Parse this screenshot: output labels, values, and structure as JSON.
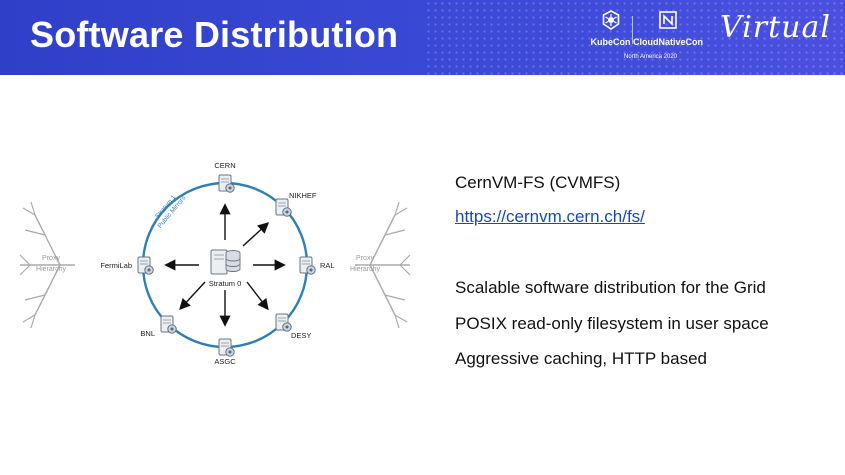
{
  "header": {
    "title": "Software Distribution",
    "logos": {
      "kubecon": "KubeCon",
      "cloudnativecon": "CloudNativeCon",
      "event": "North America 2020",
      "virtual": "Virtual"
    }
  },
  "diagram": {
    "center": "Stratum 0",
    "ring_label": [
      "Stratum 1",
      "Public Mirrors"
    ],
    "sites": [
      "CERN",
      "NIKHEF",
      "RAL",
      "DESY",
      "ASGC",
      "BNL",
      "FermiLab"
    ],
    "proxy_label": [
      "Proxy",
      "Hierarchy"
    ]
  },
  "content": {
    "product": "CernVM-FS (CVMFS)",
    "link": "https://cernvm.cern.ch/fs/",
    "bullets": [
      "Scalable software distribution for the Grid",
      "POSIX read-only filesystem in user space",
      "Aggressive caching, HTTP based"
    ]
  },
  "colors": {
    "header_start": "#2f3fc8",
    "header_end": "#4b4fe0",
    "ring": "#2f7fb5",
    "link": "#1a47b8"
  }
}
